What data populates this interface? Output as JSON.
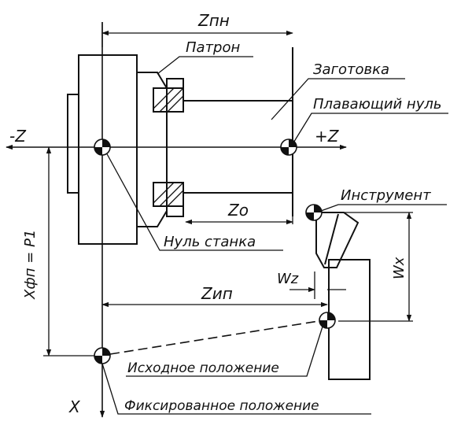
{
  "labels": {
    "z_pn": "Zпн",
    "patron": "Патрон",
    "zagotovka": "Заготовка",
    "plav_nul": "Плавающий нуль",
    "minus_z": "-Z",
    "plus_z": "+Z",
    "z_o": "Zо",
    "instrument": "Инструмент",
    "nul_stanka": "Нуль станка",
    "x_fp": "Xфп = P1",
    "w_z": "Wz",
    "w_x": "Wx",
    "z_ip": "Zип",
    "iskhodnoe": "Исходное положение",
    "x_axis": "X",
    "fiksirovannoe": "Фиксированное положение"
  }
}
